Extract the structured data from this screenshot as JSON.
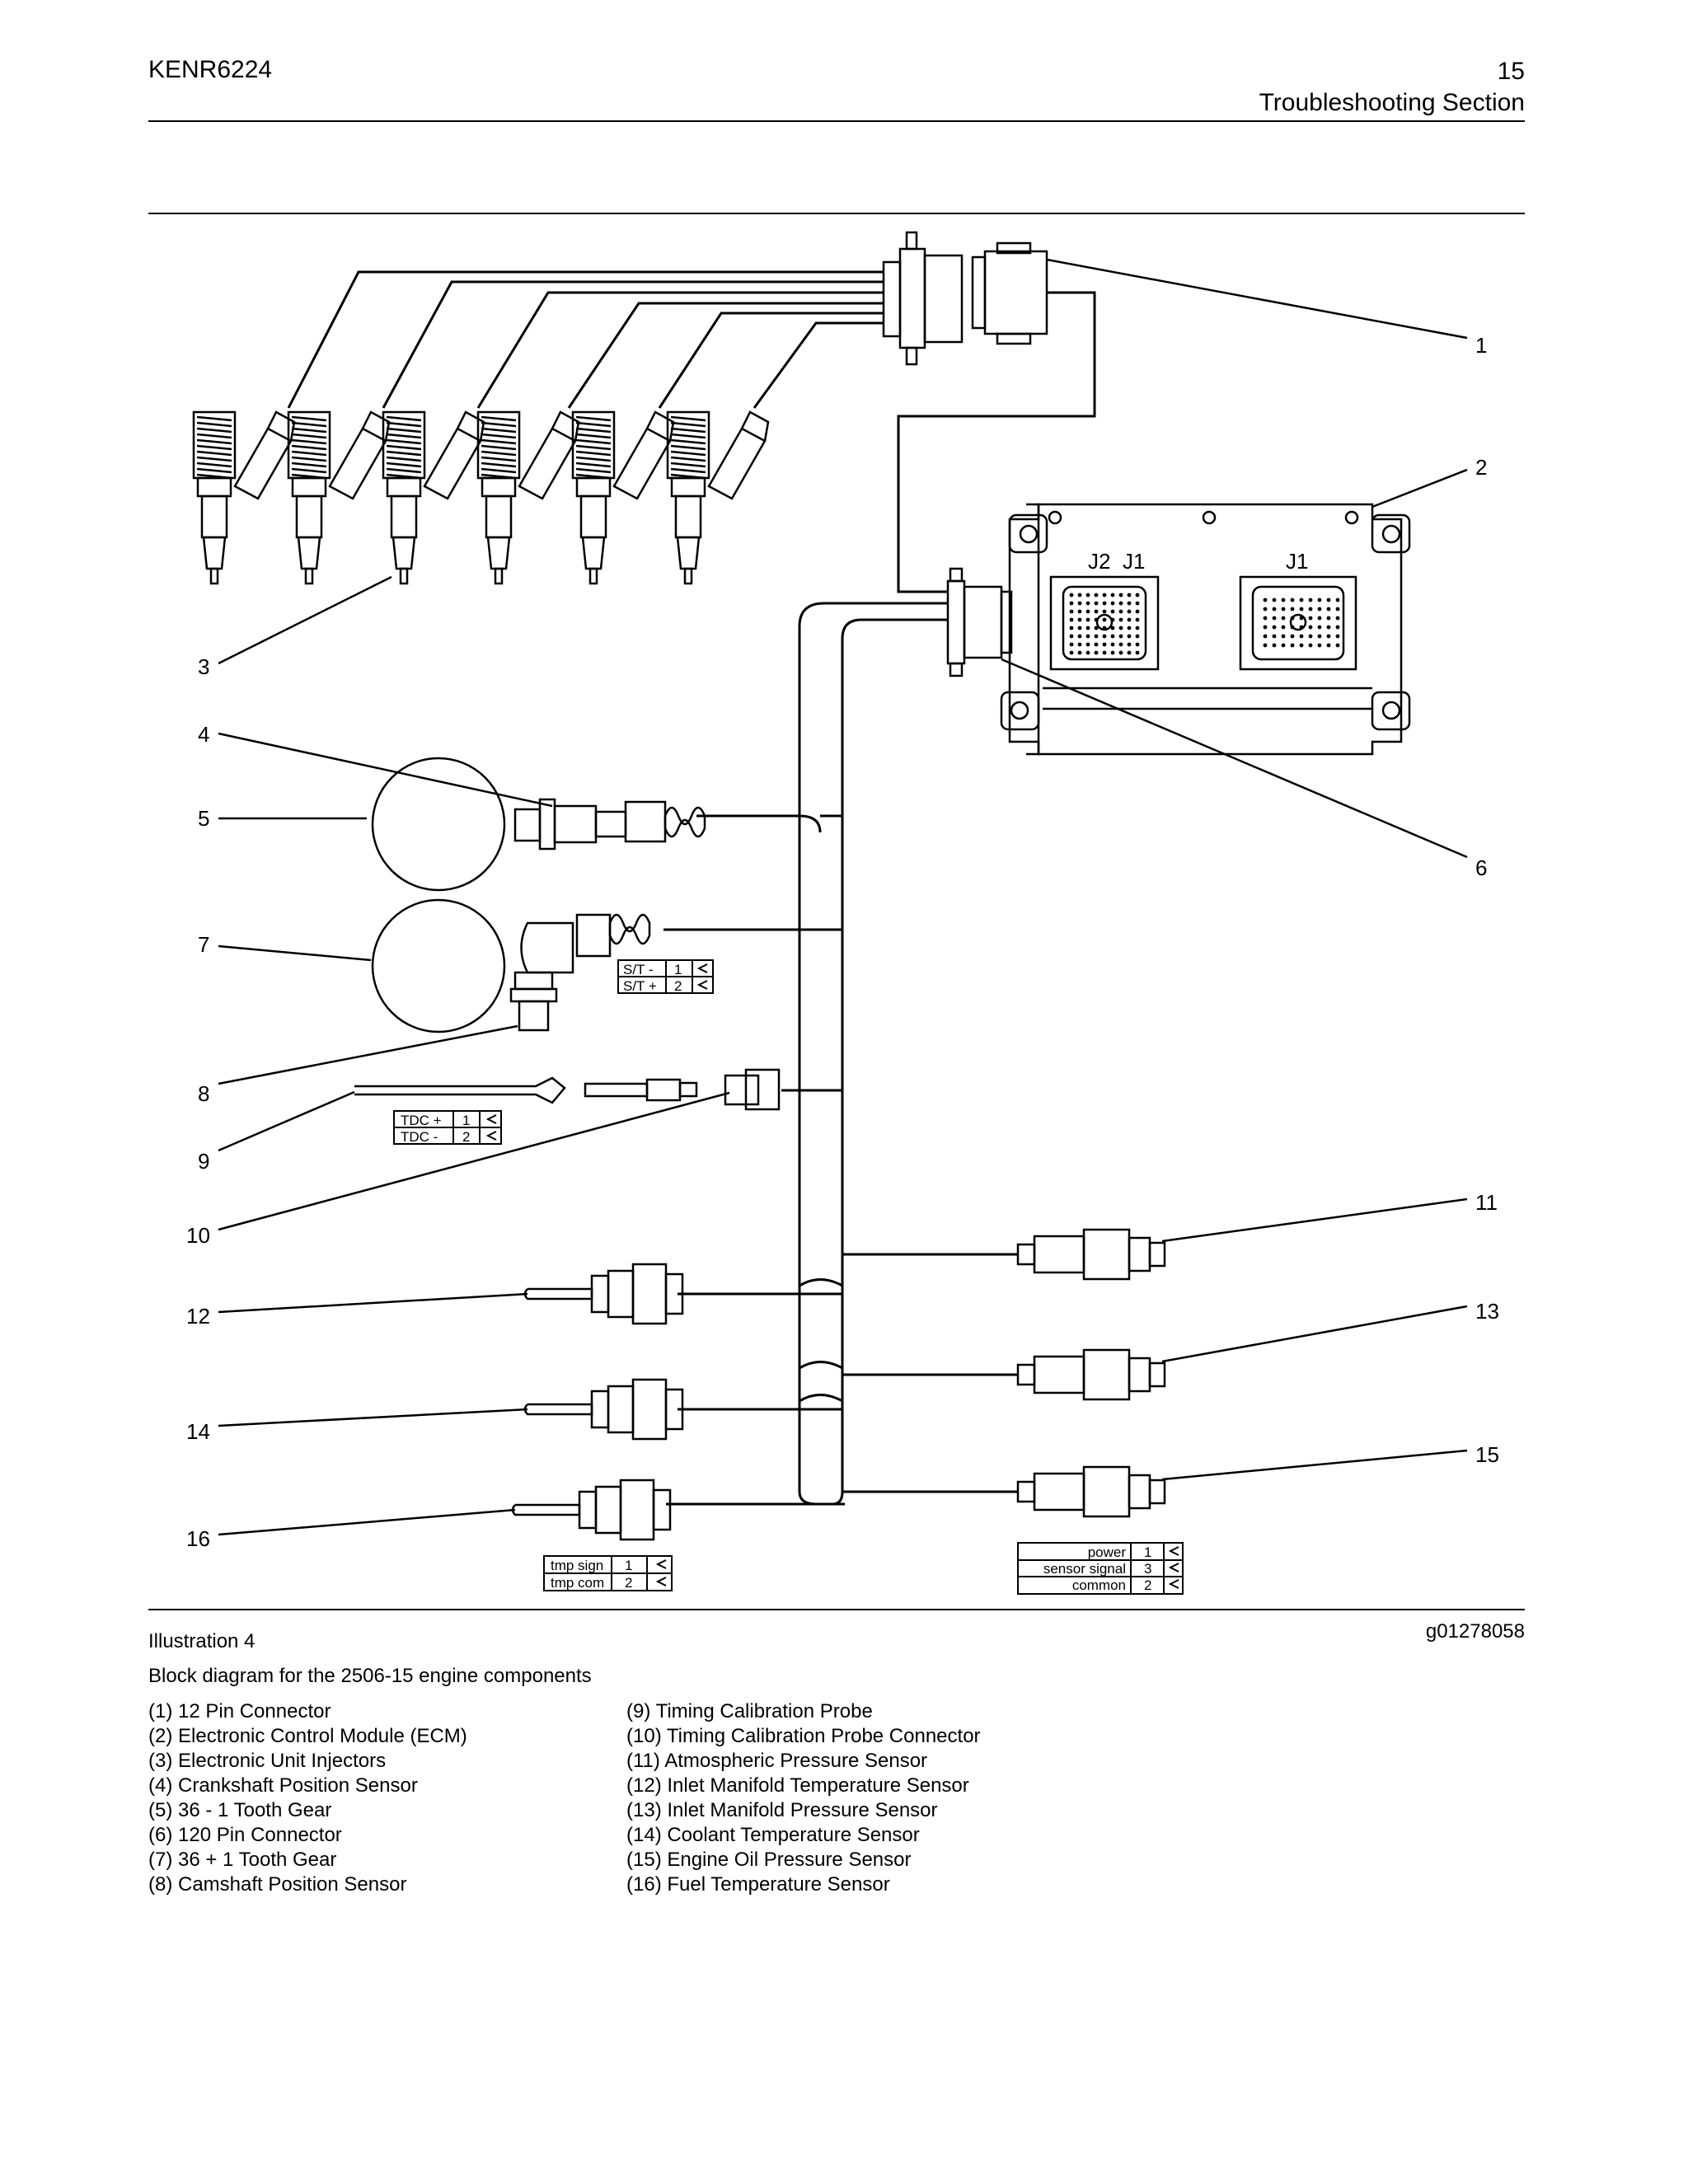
{
  "header": {
    "doc_id": "KENR6224",
    "page_number": "15",
    "section": "Troubleshooting Section"
  },
  "diagram": {
    "ecm_labels": [
      "J2",
      "J1",
      "J1"
    ],
    "callouts": [
      "1",
      "2",
      "3",
      "4",
      "5",
      "6",
      "7",
      "8",
      "9",
      "10",
      "11",
      "12",
      "13",
      "14",
      "15",
      "16"
    ],
    "tables": {
      "st": [
        {
          "sig": "S/T -",
          "pin": "1"
        },
        {
          "sig": "S/T +",
          "pin": "2"
        }
      ],
      "tdc": [
        {
          "sig": "TDC +",
          "pin": "1"
        },
        {
          "sig": "TDC -",
          "pin": "2"
        }
      ],
      "tmp": [
        {
          "sig": "tmp sign",
          "pin": "1"
        },
        {
          "sig": "tmp com",
          "pin": "2"
        }
      ],
      "pressure": [
        {
          "sig": "power",
          "pin": "1"
        },
        {
          "sig": "sensor signal",
          "pin": "3"
        },
        {
          "sig": "common",
          "pin": "2"
        }
      ]
    }
  },
  "illustration": {
    "label": "Illustration 4",
    "id": "g01278058",
    "caption": "Block diagram for the 2506-15 engine components"
  },
  "legend": {
    "col1": [
      "(1) 12 Pin Connector",
      "(2) Electronic Control Module (ECM)",
      "(3) Electronic Unit Injectors",
      "(4) Crankshaft Position Sensor",
      "(5) 36 - 1 Tooth Gear",
      "(6) 120 Pin Connector",
      "(7) 36 + 1 Tooth Gear",
      "(8) Camshaft Position Sensor"
    ],
    "col2": [
      "(9) Timing Calibration Probe",
      "(10) Timing Calibration Probe Connector",
      "(11) Atmospheric Pressure Sensor",
      "(12) Inlet Manifold Temperature Sensor",
      "(13) Inlet Manifold Pressure Sensor",
      "(14) Coolant Temperature Sensor",
      "(15) Engine Oil Pressure Sensor",
      "(16) Fuel Temperature Sensor"
    ]
  }
}
